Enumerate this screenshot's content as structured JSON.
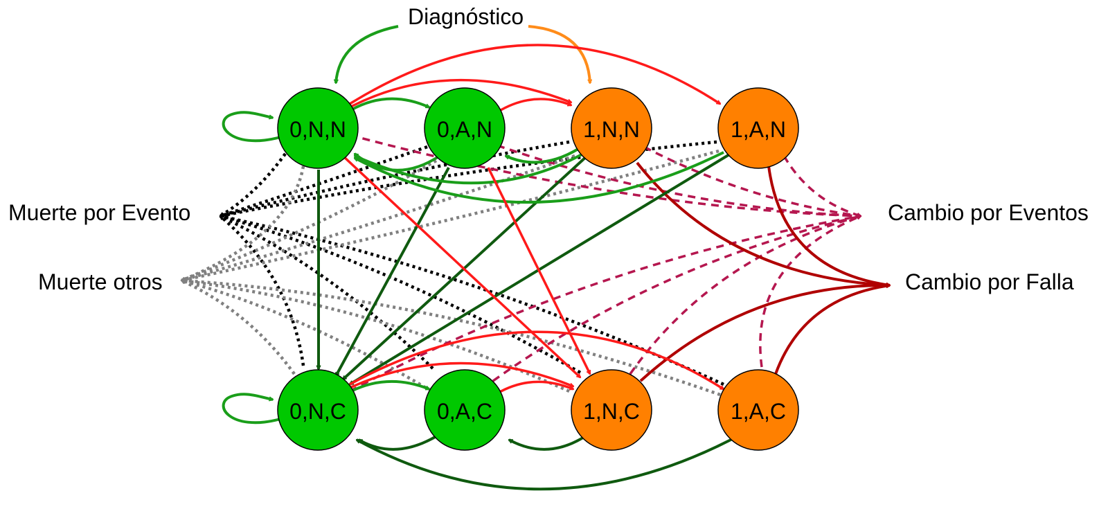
{
  "title_label": "Diagnóstico",
  "outcomes": {
    "death_event": "Muerte por Evento",
    "death_other": "Muerte otros",
    "change_events": "Cambio por Eventos",
    "change_failure": "Cambio por Falla"
  },
  "states": {
    "s0NN": "0,N,N",
    "s0AN": "0,A,N",
    "s1NN": "1,N,N",
    "s1AN": "1,A,N",
    "s0NC": "0,N,C",
    "s0AC": "0,A,C",
    "s1NC": "1,N,C",
    "s1AC": "1,A,C"
  },
  "colors": {
    "healthy_node": "#00c800",
    "event_node": "#ff8000",
    "green_transition": "#1a9e1a",
    "dark_green_transition": "#0f5a0f",
    "red_transition": "#ff1a1a",
    "dark_red_transition": "#b00000",
    "crimson_dashed": "#b5174f",
    "orange_transition": "#ff8c1a",
    "black_dotted": "#000000",
    "gray_dotted": "#808080"
  }
}
